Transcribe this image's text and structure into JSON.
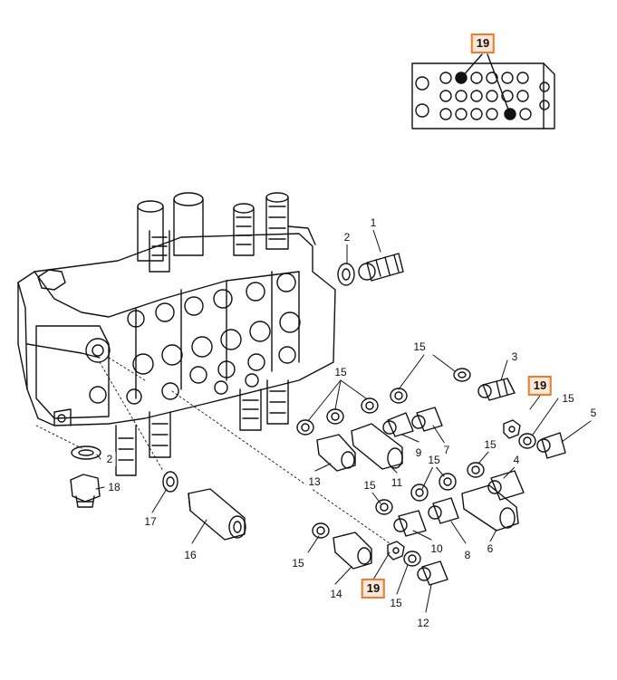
{
  "diagram": {
    "callouts": [
      {
        "id": "c1",
        "text": "1"
      },
      {
        "id": "c2a",
        "text": "2"
      },
      {
        "id": "c2b",
        "text": "2"
      },
      {
        "id": "c3",
        "text": "3"
      },
      {
        "id": "c4",
        "text": "4"
      },
      {
        "id": "c5",
        "text": "5"
      },
      {
        "id": "c6",
        "text": "6"
      },
      {
        "id": "c7",
        "text": "7"
      },
      {
        "id": "c8",
        "text": "8"
      },
      {
        "id": "c9",
        "text": "9"
      },
      {
        "id": "c10",
        "text": "10"
      },
      {
        "id": "c11",
        "text": "11"
      },
      {
        "id": "c12",
        "text": "12"
      },
      {
        "id": "c13",
        "text": "13"
      },
      {
        "id": "c14",
        "text": "14"
      },
      {
        "id": "c15a",
        "text": "15"
      },
      {
        "id": "c15b",
        "text": "15"
      },
      {
        "id": "c15c",
        "text": "15"
      },
      {
        "id": "c15d",
        "text": "15"
      },
      {
        "id": "c15e",
        "text": "15"
      },
      {
        "id": "c15f",
        "text": "15"
      },
      {
        "id": "c15g",
        "text": "15"
      },
      {
        "id": "c15h",
        "text": "15"
      },
      {
        "id": "c16",
        "text": "16"
      },
      {
        "id": "c17",
        "text": "17"
      },
      {
        "id": "c18",
        "text": "18"
      }
    ],
    "highlighted_callouts": [
      {
        "id": "h19a",
        "text": "19"
      },
      {
        "id": "h19b",
        "text": "19"
      },
      {
        "id": "h19c",
        "text": "19"
      }
    ],
    "colors": {
      "line": "#111111",
      "highlight_border": "#f07a2d",
      "highlight_fill": "#ffe7d6"
    }
  }
}
